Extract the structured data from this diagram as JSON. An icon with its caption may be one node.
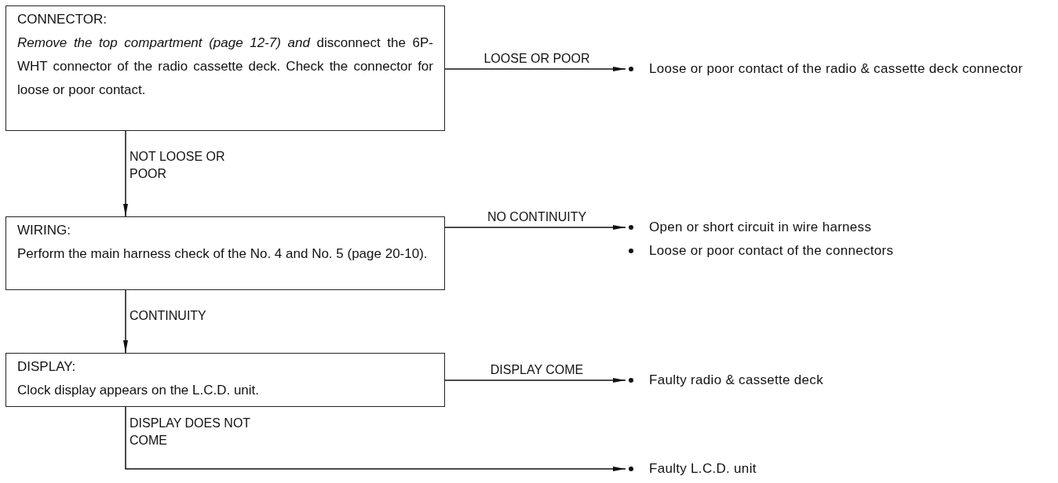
{
  "diagram": {
    "nodes": [
      {
        "text": [
          "CONNECTOR:",
          "*Remove the top compartment (page 12-7) and* disconnect the 6P-WHT connector of the radio cassette deck. Check the connector for loose or poor contact."
        ]
      },
      {
        "text": [
          "Loose or poor contact of the radio & cassette deck connector"
        ]
      },
      {
        "text": [
          "WIRING:",
          "Perform the main harness check of the No. 4 and No. 5 (page 20-10)."
        ]
      },
      {
        "text": [
          "Open or short circuit in wire harness",
          "Loose or poor contact of the connectors"
        ]
      },
      {
        "text": [
          "DISPLAY:",
          "Clock display appears on the L.C.D. unit."
        ]
      },
      {
        "text": [
          "Faulty radio & cassette deck"
        ]
      },
      {
        "text": [
          "Faulty L.C.D. unit"
        ]
      }
    ],
    "edges": [
      {
        "from": 0,
        "to": 1,
        "arrow": "to",
        "label": "LOOSE OR POOR"
      },
      {
        "from": 0,
        "to": 2,
        "arrow": "to",
        "label": "NOT LOOSE OR POOR"
      },
      {
        "from": 2,
        "to": 3,
        "arrow": "to",
        "label": "NO CONTINUITY"
      },
      {
        "from": 2,
        "to": 4,
        "arrow": "to",
        "label": "CONTINUITY"
      },
      {
        "from": 4,
        "to": 5,
        "arrow": "to",
        "label": "DISPLAY COME"
      },
      {
        "from": 4,
        "to": 6,
        "arrow": "to",
        "label": "DISPLAY DOES NOT COME"
      }
    ]
  }
}
